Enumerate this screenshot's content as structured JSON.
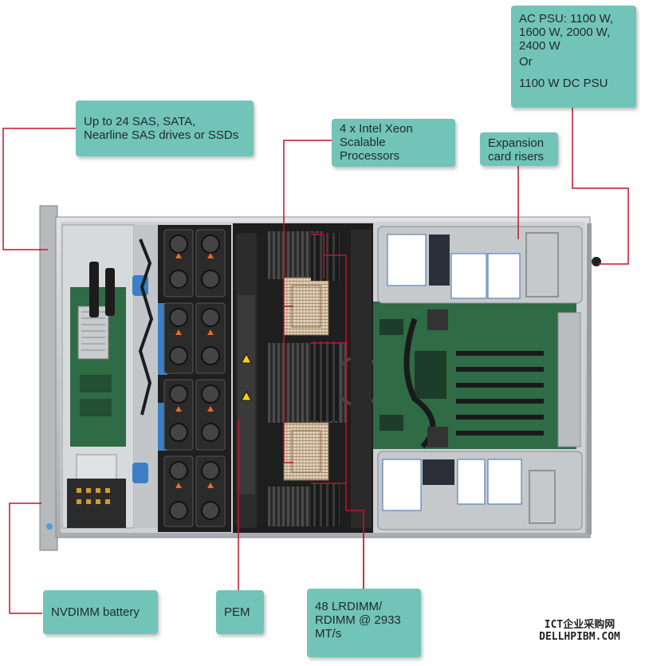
{
  "callouts": {
    "psu": {
      "lines": [
        "AC PSU: 1100 W,",
        "1600 W, 2000 W,",
        "2400 W",
        "Or",
        "1100 W DC PSU"
      ]
    },
    "drives": {
      "lines": [
        "Up to 24 SAS, SATA,",
        "Nearline SAS drives or SSDs"
      ]
    },
    "processors": {
      "lines": [
        "4 x Intel Xeon",
        "Scalable",
        "Processors"
      ]
    },
    "risers": {
      "lines": [
        "Expansion",
        "card risers"
      ]
    },
    "nvdimm": {
      "lines": [
        "NVDIMM battery"
      ]
    },
    "pem": {
      "lines": [
        "PEM"
      ]
    },
    "memory": {
      "lines": [
        "48 LRDIMM/",
        "RDIMM @ 2933",
        "MT/s"
      ]
    }
  },
  "watermark": {
    "line1": "ICT企业采购网",
    "line2": "DELLHPIBM.COM"
  },
  "colors": {
    "callout_fill": "#72c4b9",
    "leader_line": "#c0142c",
    "chassis_metal": "#c9ccce",
    "pcb_green": "#2f6b45",
    "shroud_black": "#1e1e1e"
  }
}
